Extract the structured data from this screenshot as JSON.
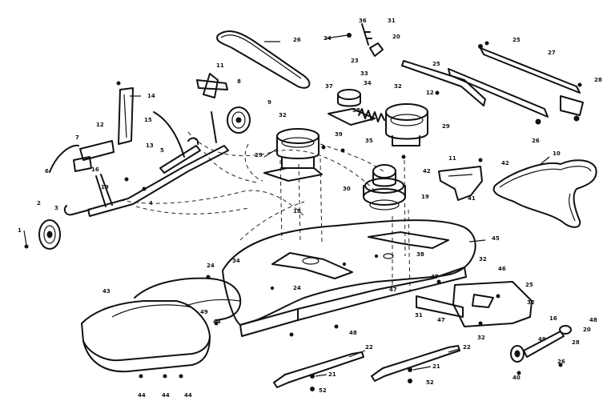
{
  "callouts": [
    {
      "id": "c1",
      "text": "1"
    },
    {
      "id": "c2",
      "text": "2"
    },
    {
      "id": "c3",
      "text": "3"
    },
    {
      "id": "c4",
      "text": "4"
    },
    {
      "id": "c5",
      "text": "5"
    },
    {
      "id": "c6",
      "text": "6"
    },
    {
      "id": "c7",
      "text": "7"
    },
    {
      "id": "c8",
      "text": "8"
    },
    {
      "id": "c9",
      "text": "9"
    },
    {
      "id": "c10",
      "text": "10"
    },
    {
      "id": "c11",
      "text": "11"
    },
    {
      "id": "c12",
      "text": "12"
    },
    {
      "id": "c13",
      "text": "13"
    },
    {
      "id": "c14",
      "text": "14"
    },
    {
      "id": "c15",
      "text": "15"
    },
    {
      "id": "c16",
      "text": "16"
    },
    {
      "id": "c18",
      "text": "18"
    },
    {
      "id": "c19",
      "text": "19"
    },
    {
      "id": "c20",
      "text": "20"
    },
    {
      "id": "c21",
      "text": "21"
    },
    {
      "id": "c22",
      "text": "22"
    },
    {
      "id": "c23",
      "text": "23"
    },
    {
      "id": "c24",
      "text": "24"
    },
    {
      "id": "c25",
      "text": "25"
    },
    {
      "id": "c26",
      "text": "26"
    },
    {
      "id": "c27",
      "text": "27"
    },
    {
      "id": "c28",
      "text": "28"
    },
    {
      "id": "c29",
      "text": "29"
    },
    {
      "id": "c30",
      "text": "30"
    },
    {
      "id": "c31",
      "text": "31"
    },
    {
      "id": "c32",
      "text": "32"
    },
    {
      "id": "c33",
      "text": "33"
    },
    {
      "id": "c34",
      "text": "34"
    },
    {
      "id": "c35",
      "text": "35"
    },
    {
      "id": "c36",
      "text": "36"
    },
    {
      "id": "c37",
      "text": "37"
    },
    {
      "id": "c38",
      "text": "38"
    },
    {
      "id": "c39",
      "text": "39"
    },
    {
      "id": "c40",
      "text": "40"
    },
    {
      "id": "c41",
      "text": "41"
    },
    {
      "id": "c42",
      "text": "42"
    },
    {
      "id": "c43",
      "text": "43"
    },
    {
      "id": "c44",
      "text": "44"
    },
    {
      "id": "c45",
      "text": "45"
    },
    {
      "id": "c46",
      "text": "46"
    },
    {
      "id": "c47",
      "text": "47"
    },
    {
      "id": "c48",
      "text": "48"
    },
    {
      "id": "c49",
      "text": "49"
    },
    {
      "id": "c52",
      "text": "52"
    },
    {
      "id": "c16b",
      "text": "16"
    },
    {
      "id": "c25b",
      "text": "25"
    },
    {
      "id": "c25c",
      "text": "25"
    },
    {
      "id": "c32b",
      "text": "32"
    },
    {
      "id": "c32c",
      "text": "32"
    },
    {
      "id": "c32d",
      "text": "32"
    },
    {
      "id": "c32e",
      "text": "32"
    },
    {
      "id": "c44b",
      "text": "44"
    },
    {
      "id": "c44c",
      "text": "44"
    },
    {
      "id": "c44d",
      "text": "44"
    },
    {
      "id": "c22b",
      "text": "22"
    },
    {
      "id": "c21b",
      "text": "21"
    },
    {
      "id": "c52b",
      "text": "52"
    },
    {
      "id": "c11b",
      "text": "11"
    },
    {
      "id": "c42b",
      "text": "42"
    },
    {
      "id": "c12b",
      "text": "12"
    },
    {
      "id": "c26b",
      "text": "26"
    },
    {
      "id": "c26c",
      "text": "26"
    },
    {
      "id": "c28b",
      "text": "28"
    },
    {
      "id": "c47b",
      "text": "47"
    },
    {
      "id": "c47c",
      "text": "47"
    },
    {
      "id": "c31b",
      "text": "31"
    },
    {
      "id": "c24b",
      "text": "24"
    },
    {
      "id": "c24c",
      "text": "24"
    },
    {
      "id": "c34b",
      "text": "34"
    },
    {
      "id": "c48b",
      "text": "48"
    },
    {
      "id": "c49b",
      "text": "49"
    },
    {
      "id": "c20b",
      "text": "20"
    },
    {
      "id": "c29b",
      "text": "29"
    },
    {
      "id": "c38b",
      "text": "38"
    },
    {
      "id": "c19b",
      "text": "19"
    }
  ]
}
